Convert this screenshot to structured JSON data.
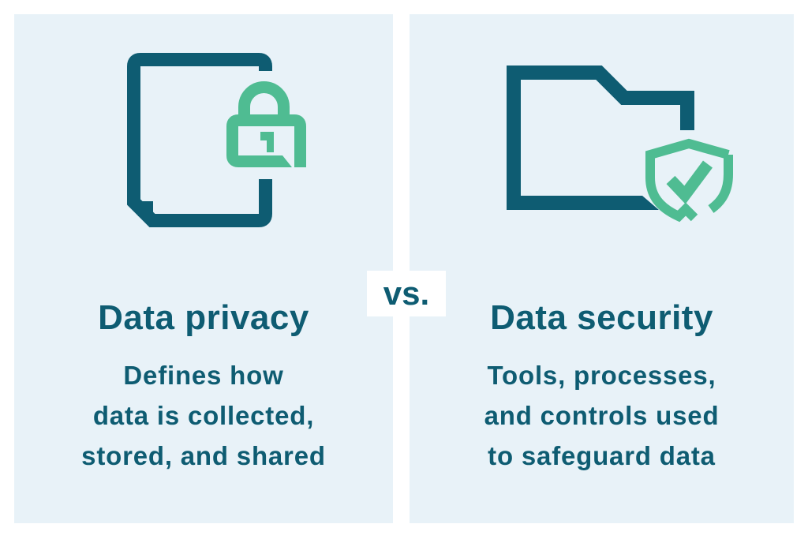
{
  "colors": {
    "teal": "#0e5c72",
    "green": "#4fbc92",
    "panel_bg": "#e8f2f8",
    "page_bg": "#ffffff"
  },
  "left_panel": {
    "icon": "document-lock-icon",
    "title": "Data privacy",
    "description_lines": [
      "Defines how",
      "data is collected,",
      "stored, and shared"
    ]
  },
  "divider": {
    "label": "vs."
  },
  "right_panel": {
    "icon": "folder-shield-icon",
    "title": "Data security",
    "description_lines": [
      "Tools, processes,",
      "and controls used",
      "to safeguard data"
    ]
  }
}
